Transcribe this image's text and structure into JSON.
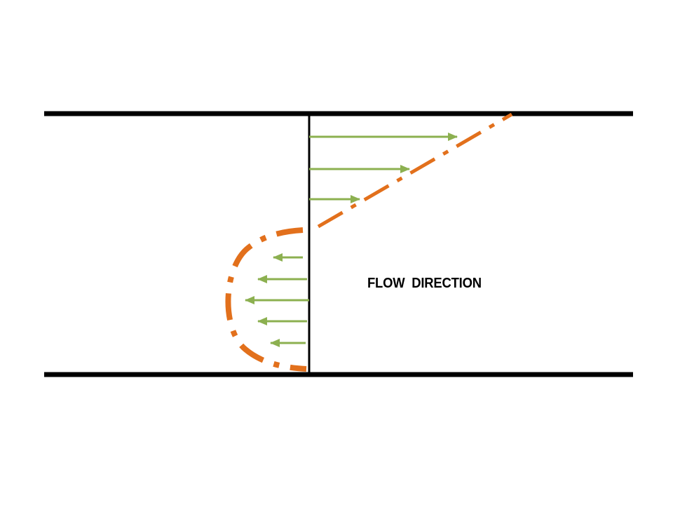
{
  "labels": {
    "flow_direction": "FLOW  DIRECTION"
  },
  "colors": {
    "wall": "#000000",
    "arrow": "#8cb050",
    "profile": "#e2701c"
  },
  "profile": {
    "upper_arrows_direction": "right",
    "lower_arrows_direction": "left",
    "upper_arrow_count": 3,
    "lower_arrow_count": 5,
    "upper_profile": "linear",
    "lower_profile": "parabolic"
  }
}
